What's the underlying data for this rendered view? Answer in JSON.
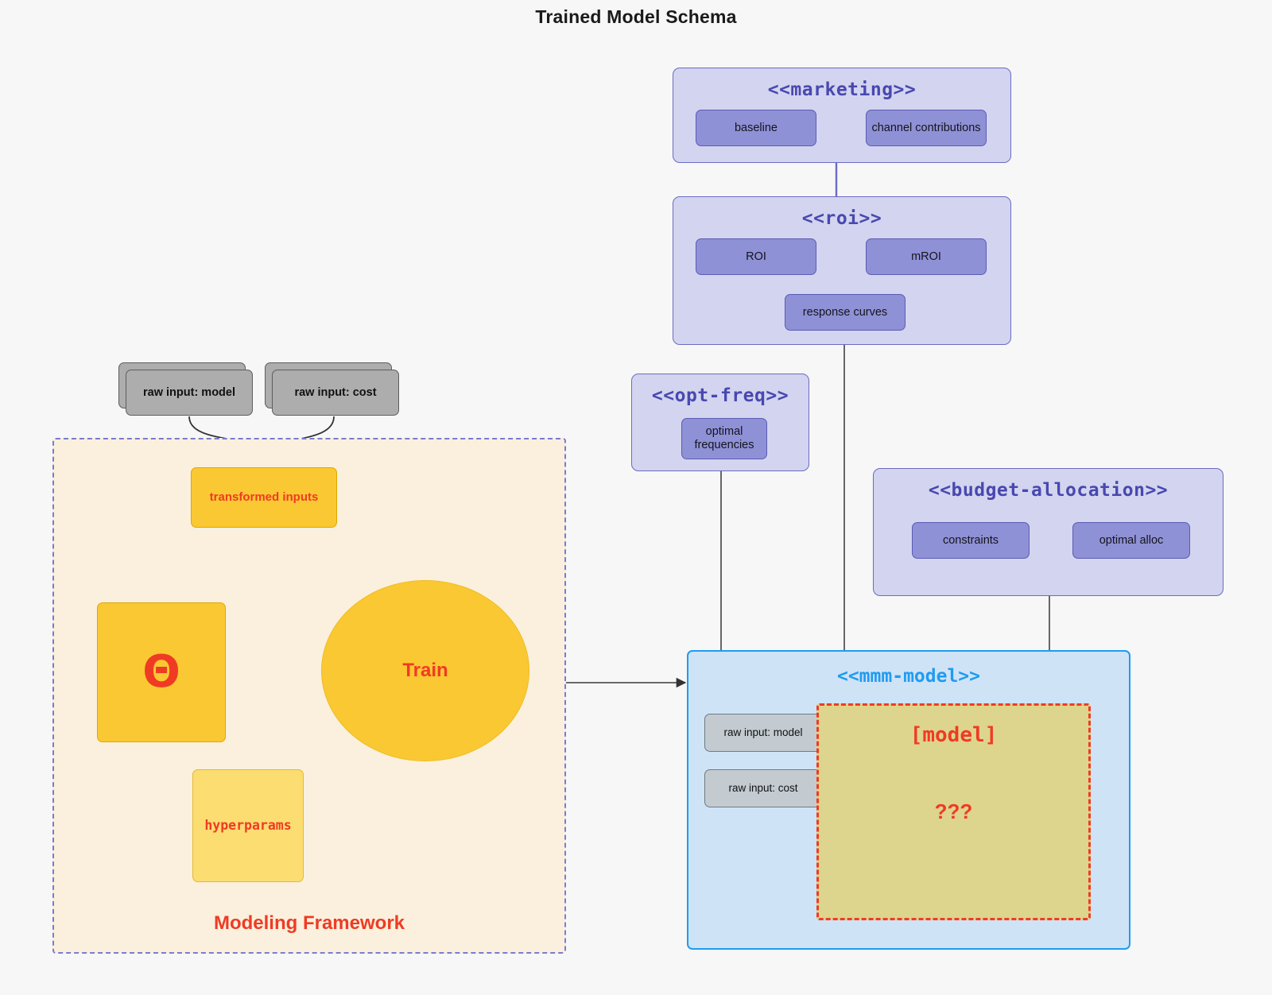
{
  "title": "Trained Model Schema",
  "packages": {
    "marketing": {
      "title": "<<marketing>>",
      "nodes": [
        {
          "label": "baseline"
        },
        {
          "label": "channel contributions"
        }
      ]
    },
    "roi": {
      "title": "<<roi>>",
      "nodes": [
        {
          "label": "ROI"
        },
        {
          "label": "mROI"
        },
        {
          "label": "response curves"
        }
      ]
    },
    "opt_freq": {
      "title": "<<opt-freq>>",
      "nodes": [
        {
          "label": "optimal\nfrequencies",
          "line1": "optimal",
          "line2": "frequencies"
        }
      ]
    },
    "budget_allocation": {
      "title": "<<budget-allocation>>",
      "nodes": [
        {
          "label": "constraints"
        },
        {
          "label": "optimal alloc"
        }
      ]
    },
    "mmm_model": {
      "title": "<<mmm-model>>",
      "inputs": [
        {
          "label": "raw input: model"
        },
        {
          "label": "raw input: cost"
        }
      ],
      "model_slot": {
        "label": "[model]",
        "unknown": "???"
      }
    }
  },
  "framework": {
    "label": "Modeling Framework",
    "raw_inputs": [
      {
        "label": "raw input: model"
      },
      {
        "label": "raw input: cost"
      }
    ],
    "transformed_inputs": {
      "label": "transformed inputs"
    },
    "theta": {
      "label": "Θ"
    },
    "hyperparams": {
      "label": "hyperparams"
    },
    "train": {
      "label": "Train"
    }
  },
  "colors": {
    "background": "#f7f7f7",
    "package_fill": "#d3d4ef",
    "package_stroke": "#6b6bc4",
    "package_title": "#4848b0",
    "node_fill": "#8f91d6",
    "node_stroke": "#5b5bb5",
    "framework_fill": "#faf0dd",
    "framework_stroke": "#7b7bd4",
    "accent_red": "#ef3b24",
    "gold": "#fac832",
    "gold_light": "#fbdd72",
    "mmm_fill": "#cfe3f7",
    "mmm_stroke": "#1f9cf0",
    "model_slot_fill": "#ddd48d",
    "grey_fill": "#adadad",
    "grey_stroke": "#5e5e5e"
  }
}
